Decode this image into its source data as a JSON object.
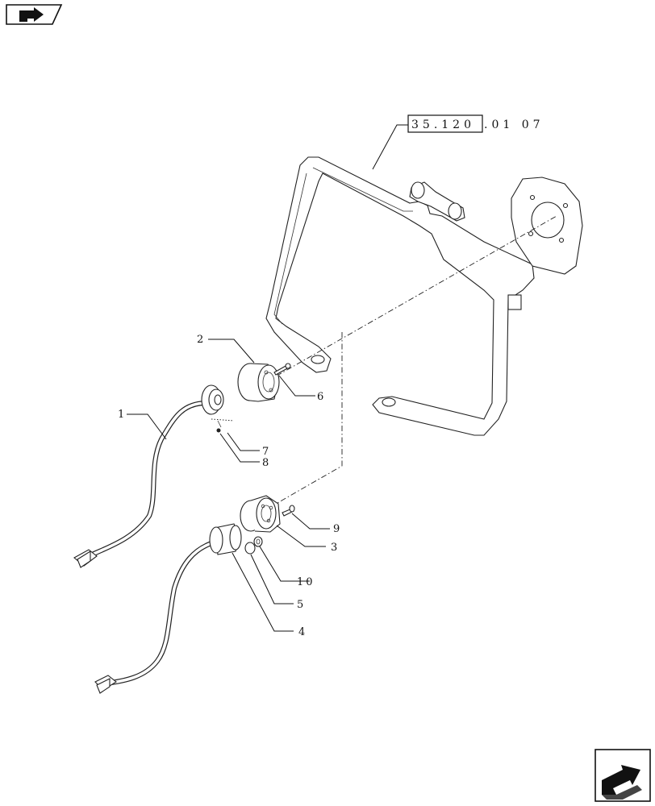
{
  "reference": {
    "boxed": "35.120",
    "suffix": ".01  07"
  },
  "callouts": [
    {
      "id": "1",
      "text": "1"
    },
    {
      "id": "2",
      "text": "2"
    },
    {
      "id": "3",
      "text": "3"
    },
    {
      "id": "4",
      "text": "4"
    },
    {
      "id": "5",
      "text": "5"
    },
    {
      "id": "6",
      "text": "6"
    },
    {
      "id": "7",
      "text": "7"
    },
    {
      "id": "8",
      "text": "8"
    },
    {
      "id": "9",
      "text": "9"
    },
    {
      "id": "10",
      "text": "10"
    }
  ],
  "icons": {
    "top_left": "previous-page-arrow-icon",
    "bottom_right": "next-page-arrow-icon"
  }
}
